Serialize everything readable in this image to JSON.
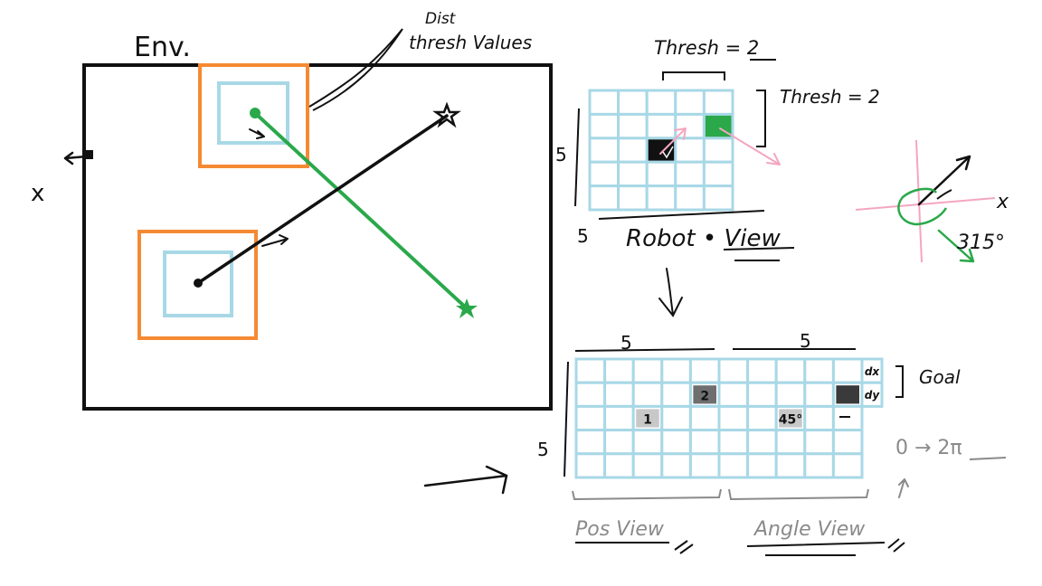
{
  "env": {
    "title": "Env.",
    "x_label": "x",
    "annotation_line1": "Dist",
    "annotation_line2": "thresh Values"
  },
  "robot_view": {
    "top_label": "Thresh = 2",
    "side_label": "Thresh = 2",
    "left_size": "5",
    "bottom_size": "5",
    "title": "Robot • View",
    "grid_rows": 5,
    "grid_cols": 5
  },
  "angle_diagram": {
    "axis_label": "x",
    "angle_label": "315°"
  },
  "combined_view": {
    "pos_size": "5",
    "angle_size": "5",
    "left_size": "5",
    "goal_label": "Goal",
    "cell_dx": "dx",
    "cell_dy": "dy",
    "cell_1": "1",
    "cell_2": "2",
    "cell_45": "45°",
    "range_label": "0 → 2π",
    "pos_view_label": "Pos View",
    "angle_view_label": "Angle View",
    "grid_rows": 5,
    "grid_cols": 10
  },
  "colors": {
    "orange": "#f58a33",
    "lightblue": "#a8d8e6",
    "green": "#2aa84a",
    "pink": "#f4a6c0",
    "black": "#111111",
    "gray": "#8a8a8a",
    "darkgray": "#3a3a3a",
    "midgray": "#6f6f6f",
    "lightgray": "#c8c8c8"
  }
}
